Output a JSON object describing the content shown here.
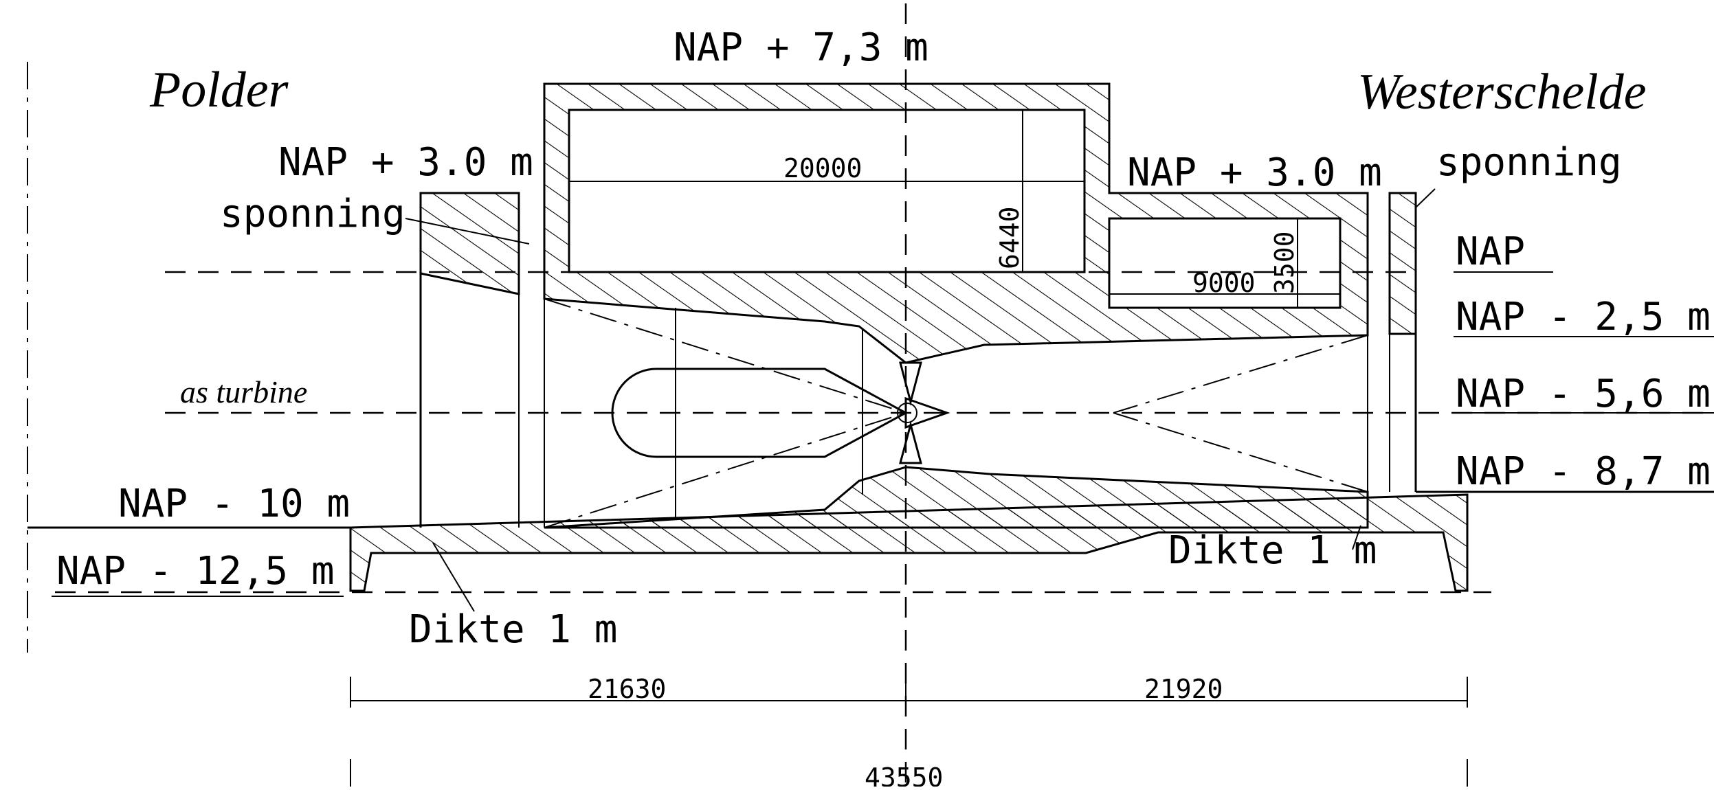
{
  "labels": {
    "polder": "Polder",
    "westerschelde": "Westerschelde",
    "as_turbine": "as turbine",
    "nap_top": "NAP + 7,3 m",
    "nap_left_3": "NAP + 3.0 m",
    "nap_right_3": "NAP + 3.0 m",
    "sponning_left": "sponning",
    "sponning_right": "sponning",
    "nap": "NAP",
    "nap_minus_25": "NAP - 2,5 m",
    "nap_minus_56": "NAP - 5,6 m",
    "nap_minus_87": "NAP - 8,7 m",
    "nap_minus_10": "NAP - 10 m",
    "nap_minus_125": "NAP - 12,5 m",
    "dikte_left": "Dikte 1 m",
    "dikte_right": "Dikte 1 m"
  },
  "dimensions": {
    "upper_chamber_width": "20000",
    "upper_chamber_height": "6440",
    "right_chamber_width": "9000",
    "right_chamber_height": "3500",
    "left_span": "21630",
    "right_span": "21920",
    "total_span": "43550"
  }
}
